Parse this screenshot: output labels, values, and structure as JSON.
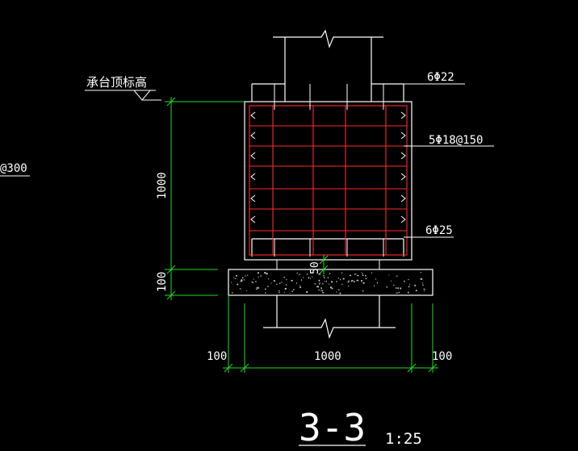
{
  "drawing": {
    "elevation_label": "承台顶标高",
    "left_partial_label": "@300",
    "rebar_labels": {
      "top_bars": "6Φ22",
      "stirrups": "5Φ18@150",
      "bottom_bars": "6Φ25"
    },
    "dimensions": {
      "height": "1000",
      "cushion": "100",
      "cover": "50",
      "width_left": "100",
      "width_main": "1000",
      "width_right": "100"
    },
    "section_title": "3-3",
    "scale": "1:25",
    "colors": {
      "background": "#000000",
      "outline": "#ffffff",
      "rebar": "#ff2a2a",
      "dimension": "#22dd22",
      "text": "#ffffff"
    }
  }
}
